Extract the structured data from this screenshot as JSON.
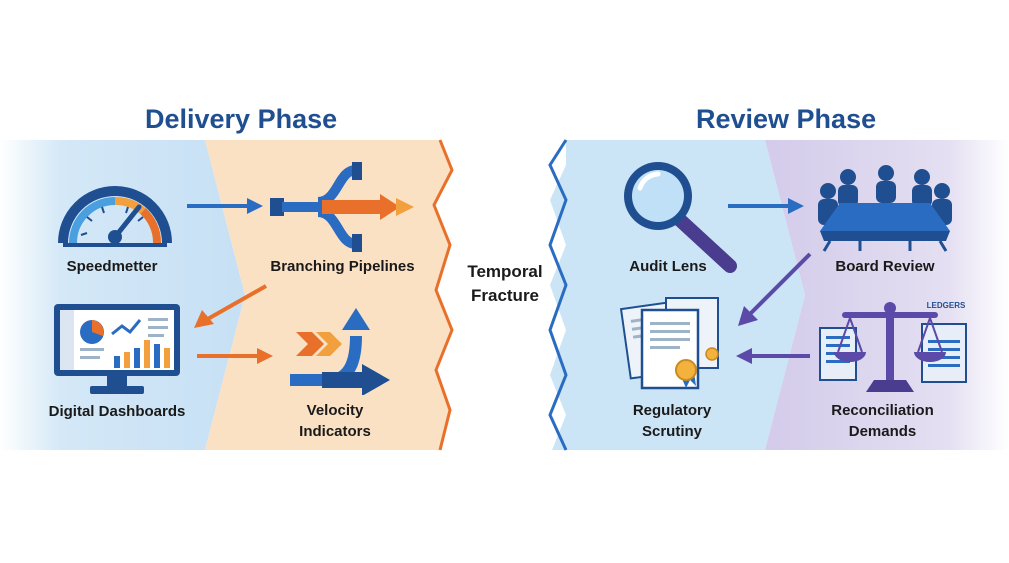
{
  "phases": {
    "delivery": {
      "title": "Delivery Phase",
      "items": {
        "speedometer": "Speedmetter",
        "pipelines": "Branching Pipelines",
        "dashboards": "Digital Dashboards",
        "velocity_line1": "Velocity",
        "velocity_line2": "Indicators"
      }
    },
    "review": {
      "title": "Review Phase",
      "items": {
        "audit": "Audit Lens",
        "board": "Board Review",
        "regulatory_line1": "Regulatory",
        "regulatory_line2": "Scrutiny",
        "reconciliation_line1": "Reconciliation",
        "reconciliation_line2": "Demands",
        "ledger_tag": "LEDGERS"
      }
    }
  },
  "fracture": {
    "line1": "Temporal",
    "line2": "Fracture"
  },
  "colors": {
    "title_blue": "#1f4f91",
    "light_blue_panel": "#cfe6f7",
    "peach_panel": "#fbe0c2",
    "lavender_panel": "#d9d3ee",
    "orange_accent": "#e8702a",
    "blue_accent": "#2a6cc2",
    "purple_accent": "#5b4aa8"
  }
}
